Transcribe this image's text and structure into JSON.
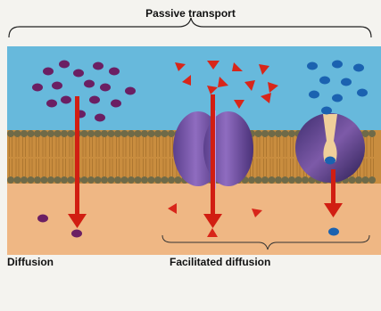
{
  "title": "Passive transport",
  "labels": {
    "diffusion": "Diffusion",
    "facilitated_diffusion": "Facilitated diffusion"
  },
  "colors": {
    "background": "#f4f3ef",
    "extracellular": "#67b9dc",
    "intracellular": "#efb784",
    "membrane_core": "#c98d3f",
    "lipid_head": "#6f6a48",
    "arrow": "#d11e12",
    "solute_diffusion": "#6b1f63",
    "solute_channel": "#d8261a",
    "solute_carrier": "#1b62b0",
    "protein": "#7d5aa8",
    "protein_dark": "#3a2a66"
  },
  "icons": [
    "channel-protein-icon",
    "carrier-protein-icon",
    "arrow-icon"
  ]
}
